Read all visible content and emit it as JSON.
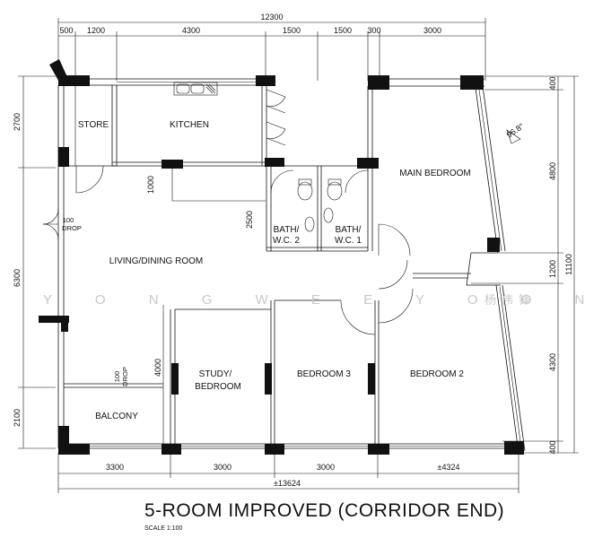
{
  "title": "5-ROOM IMPROVED (CORRIDOR END)",
  "scale": "SCALE 1:100",
  "watermark": {
    "latin": "Y O N G   W E E   Y O O N G",
    "chinese": "杨伟锋"
  },
  "angle": "96.8°",
  "dims_top": {
    "overall": "12300",
    "segments": [
      "500",
      "1200",
      "4300",
      "1500",
      "1500",
      "300",
      "3000"
    ]
  },
  "dims_bottom": {
    "overall": "±13624",
    "segments": [
      "3300",
      "3000",
      "3000",
      "±4324"
    ]
  },
  "dims_left": {
    "segments": [
      "2700",
      "6300",
      "2100"
    ]
  },
  "dims_right": {
    "overall": "11100",
    "segments": [
      "400",
      "4800",
      "1200",
      "4300",
      "400"
    ]
  },
  "dims_inner": {
    "kitchen_wall": "1000",
    "bath_wall": "2500",
    "balcony_wall": "4000"
  },
  "rooms": {
    "store": "STORE",
    "kitchen": "KITCHEN",
    "main_bedroom": "MAIN BEDROOM",
    "bath2": [
      "BATH/",
      "W.C. 2"
    ],
    "bath1": [
      "BATH/",
      "W.C. 1"
    ],
    "living": "LIVING/DINING ROOM",
    "study": [
      "STUDY/",
      "BEDROOM"
    ],
    "bedroom3": "BEDROOM 3",
    "bedroom2": "BEDROOM 2",
    "balcony": "BALCONY",
    "drop_left": [
      "100",
      "DROP"
    ],
    "drop_balcony": [
      "100",
      "DROP"
    ]
  }
}
